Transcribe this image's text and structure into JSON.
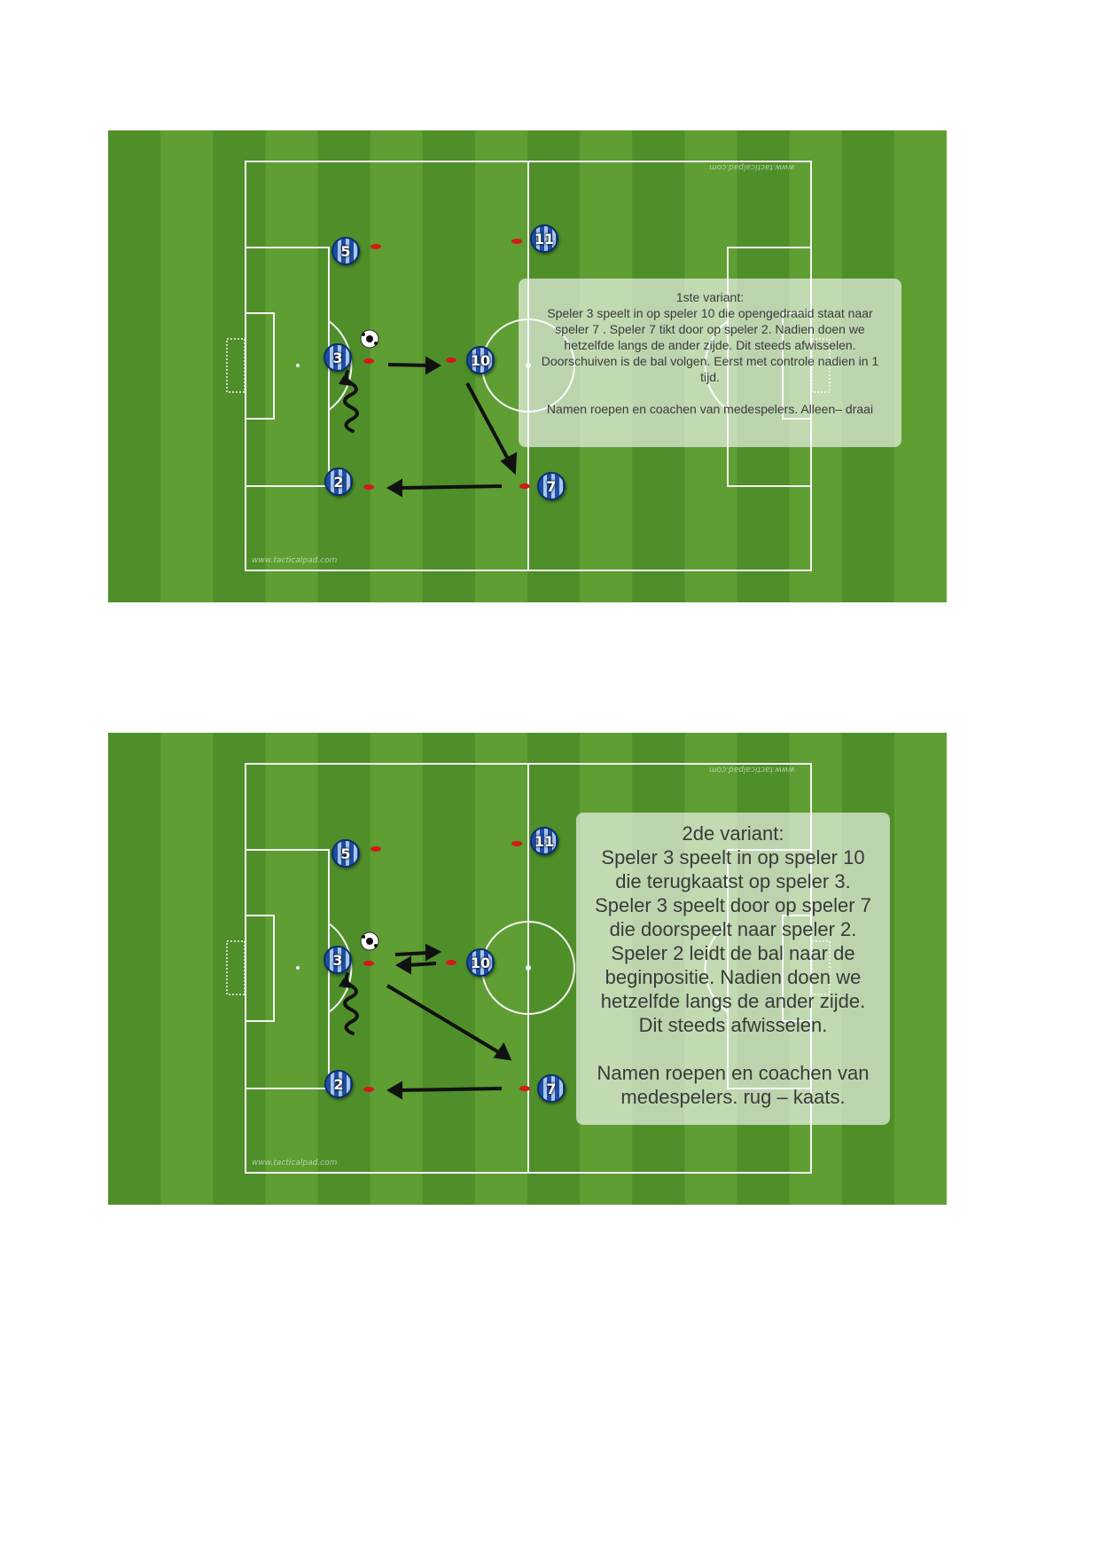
{
  "watermark": "www.tacticalpad.com",
  "colors": {
    "pitch_dark": "#4f8f2a",
    "pitch_light": "#5e9e33",
    "line": "#f4f4f4",
    "cone": "#d61818",
    "arrow": "#111111",
    "player_primary": "#1e4fa3",
    "player_stripe": "#a9c6ee"
  },
  "diagrams": [
    {
      "players": [
        "5",
        "11",
        "3",
        "10",
        "2",
        "7"
      ],
      "textbox": [
        "1ste variant:",
        "Speler 3 speelt in op speler 10 die opengedraaid staat naar speler 7 . Speler 7 tikt door op speler 2. Nadien doen we hetzelfde langs de ander zijde. Dit steeds afwisselen. Doorschuiven is de bal volgen. Eerst met controle nadien in 1 tijd.",
        "",
        "Namen roepen en coachen van medespelers. Alleen– draai"
      ]
    },
    {
      "players": [
        "5",
        "11",
        "3",
        "10",
        "2",
        "7"
      ],
      "textbox": [
        "2de variant:",
        "Speler 3 speelt in op speler 10 die terugkaatst op speler 3. Speler 3 speelt door op speler 7 die doorspeelt naar speler 2. Speler 2 leidt de bal naar de beginpositie. Nadien doen we hetzelfde langs de ander zijde. Dit steeds afwisselen.",
        "",
        "Namen roepen en coachen van medespelers. rug – kaats."
      ]
    }
  ]
}
